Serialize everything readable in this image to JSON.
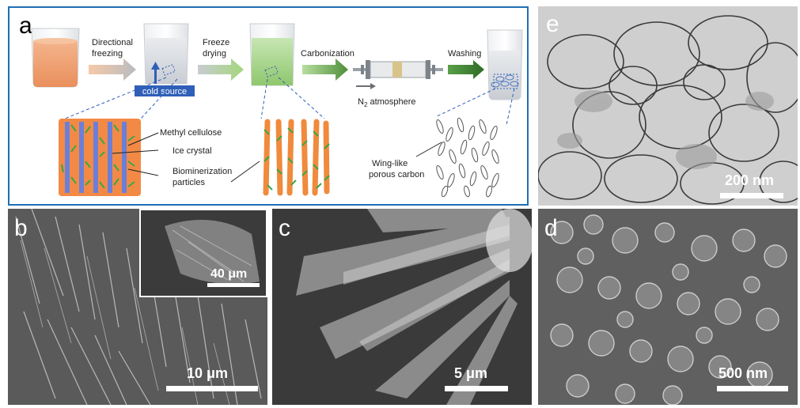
{
  "panels": {
    "a": {
      "label": "a",
      "steps": {
        "directional_freezing": [
          "Directional",
          "freezing"
        ],
        "freeze_drying": [
          "Freeze",
          "drying"
        ],
        "carbonization": "Carbonization",
        "washing": "Washing"
      },
      "cold_source": "cold source",
      "atmosphere": {
        "prefix": "N",
        "subscript": "2",
        "suffix": " atmosphere"
      },
      "legend": {
        "methyl_cellulose": "Methyl cellulose",
        "ice_crystal": "Ice crystal",
        "biomineralization": [
          "Biominerization",
          "particles"
        ]
      },
      "product": [
        "Wing-like",
        "porous carbon"
      ],
      "colors": {
        "frame": "#1e6fb5",
        "slurry": "#f2a375",
        "gel": "#a9d48e",
        "cold_source": "#2f5fb8",
        "fiber": "#f07a30",
        "particle": "#4caf50",
        "ice": "#6b7fd9"
      }
    },
    "b": {
      "label": "b",
      "scale": "10 μm",
      "inset_scale": "40 μm"
    },
    "c": {
      "label": "c",
      "scale": "5 μm"
    },
    "d": {
      "label": "d",
      "scale": "500 nm"
    },
    "e": {
      "label": "e",
      "scale": "200 nm"
    }
  }
}
